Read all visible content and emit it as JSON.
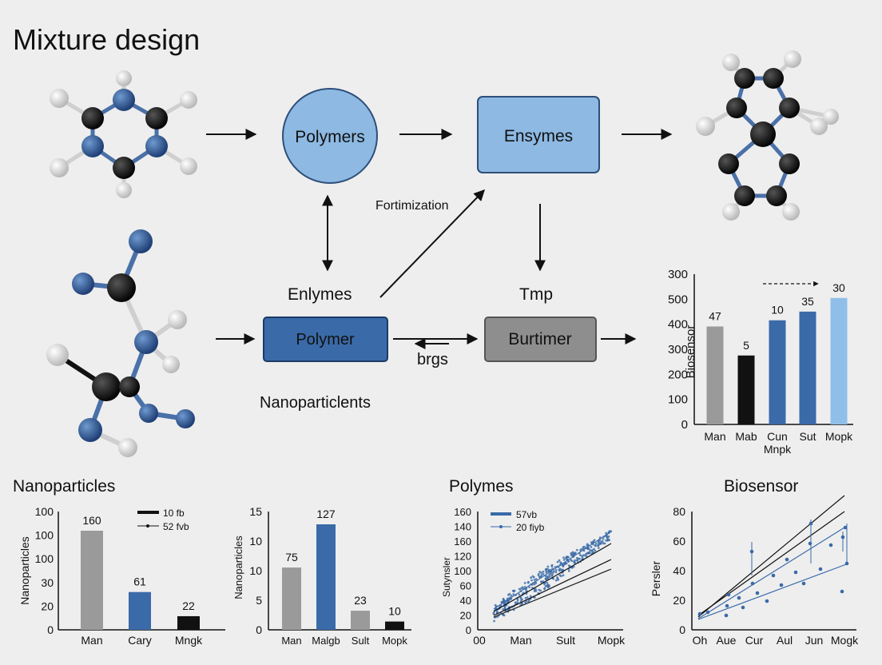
{
  "title": "Mixture design",
  "nodes": {
    "polymers_circle": "Polymers",
    "ensymes_box": "Ensymes",
    "polymer_box": "Polymer",
    "burtimer_box": "Burtimer"
  },
  "labels": {
    "fortimization": "Fortimization",
    "enlymes": "Enlymes",
    "tmp": "Tmp",
    "brgs": "brgs",
    "nanoparticlents": "Nanoparticlents"
  },
  "colors": {
    "light_blue": "#8db9e2",
    "mid_blue": "#3a6aa8",
    "grey": "#9a9a9a",
    "black": "#111111",
    "pale_blue": "#7fb2e3"
  },
  "chart_data": [
    {
      "type": "bar",
      "title": "",
      "ylabel": "Biosensor",
      "categories": [
        "Man",
        "Mab",
        "Cun",
        "Sut",
        "Mopk"
      ],
      "category_sublabels": [
        "",
        "",
        "Mnpk",
        "",
        ""
      ],
      "values": [
        395,
        278,
        420,
        455,
        510
      ],
      "data_labels": [
        "47",
        "5",
        "10",
        "35",
        "30"
      ],
      "colors": [
        "#9a9a9a",
        "#111111",
        "#3a6aa8",
        "#3a6aa8",
        "#8fbfe8"
      ],
      "ylim": [
        0,
        300
      ],
      "yticks": [
        "0",
        "100",
        "200",
        "300",
        "400",
        "500",
        "300"
      ]
    },
    {
      "type": "bar",
      "title": "Nanoparticles",
      "ylabel": "Nanoparticles",
      "categories": [
        "Man",
        "Cary",
        "Mngk"
      ],
      "values": [
        160,
        61,
        22
      ],
      "data_labels": [
        "160",
        "61",
        "22"
      ],
      "colors": [
        "#9a9a9a",
        "#3a6aa8",
        "#111111"
      ],
      "yticks": [
        "0",
        "20",
        "30",
        "100",
        "100",
        "100"
      ],
      "legend": [
        "10 fb",
        "52 fvb"
      ]
    },
    {
      "type": "bar",
      "title": "",
      "ylabel": "Nanoparticles",
      "categories": [
        "Man",
        "Malgb",
        "Sult",
        "Mopk"
      ],
      "values": [
        75,
        127,
        23,
        10
      ],
      "data_labels": [
        "75",
        "127",
        "23",
        "10"
      ],
      "colors": [
        "#9a9a9a",
        "#3a6aa8",
        "#9a9a9a",
        "#111111"
      ],
      "yticks": [
        "0",
        "5",
        "10",
        "10",
        "15"
      ]
    },
    {
      "type": "scatter",
      "title": "Polymes",
      "ylabel": "Sutynsler",
      "xticks": [
        "00",
        "Man",
        "Sult",
        "Mopk"
      ],
      "yticks": [
        "0",
        "20",
        "40",
        "60",
        "100",
        "120",
        "160",
        "140",
        "160"
      ],
      "legend": [
        "57vb",
        "20 fiyb"
      ]
    },
    {
      "type": "scatter",
      "title": "Biosensor",
      "ylabel": "Persler",
      "xticks": [
        "Oh",
        "Aue",
        "Cur",
        "Aul",
        "Jun",
        "Mogk"
      ],
      "yticks": [
        "0",
        "20",
        "40",
        "60",
        "80"
      ]
    }
  ]
}
